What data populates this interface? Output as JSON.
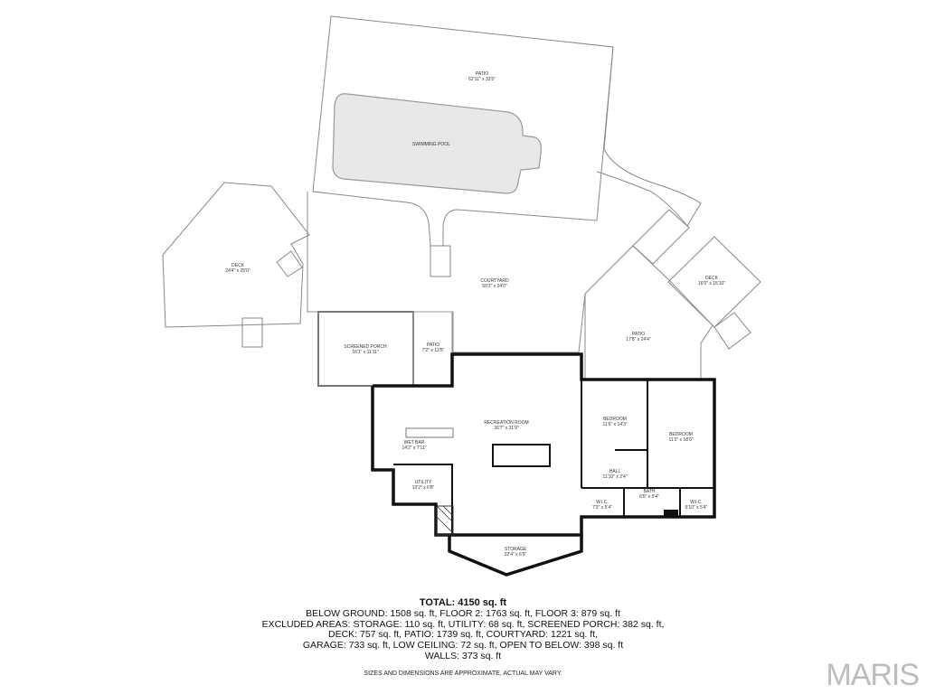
{
  "rooms": {
    "patio_top": {
      "name": "PATIO",
      "dims": "62'11\" x 33'5\""
    },
    "pool": {
      "name": "SWIMMING POOL"
    },
    "deck_left": {
      "name": "DECK",
      "dims": "24'4\" x 25'0\""
    },
    "courtyard": {
      "name": "COURTYARD",
      "dims": "59'2\" x 24'0\""
    },
    "deck_right": {
      "name": "DECK",
      "dims": "16'0\" x 15'10\""
    },
    "patio_right": {
      "name": "PATIO",
      "dims": "17'8\" x 24'4\""
    },
    "screened_porch": {
      "name": "SCREENED PORCH",
      "dims": "16'1\" x 11'11\""
    },
    "patio_small": {
      "name": "PATIO",
      "dims": "7'2\" x 12'5\""
    },
    "recreation": {
      "name": "RECREATION ROOM",
      "dims": "36'7\" x 31'9\""
    },
    "bedroom1": {
      "name": "BEDROOM",
      "dims": "11'6\" x 14'3\""
    },
    "bedroom2": {
      "name": "BEDROOM",
      "dims": "11'2\" x 18'0\""
    },
    "wetbar": {
      "name": "WET BAR",
      "dims": "14'2\" x 7'11\""
    },
    "hall": {
      "name": "HALL",
      "dims": "11'10\" x 2'4\""
    },
    "bath": {
      "name": "BATH",
      "dims": "6'5\" x 5'4\""
    },
    "utility": {
      "name": "UTILITY",
      "dims": "10'2\" x 6'8\""
    },
    "wic1": {
      "name": "W.I.C.",
      "dims": "7'3\" x 5'4\""
    },
    "wic2": {
      "name": "W.I.C.",
      "dims": "5'10\" x 5'4\""
    },
    "storage": {
      "name": "STORAGE",
      "dims": "22'4\" x 6'9\""
    }
  },
  "summary": {
    "total": "TOTAL: 4150 sq. ft",
    "line1": "BELOW GROUND: 1508 sq. ft, FLOOR 2: 1763 sq. ft, FLOOR 3: 879 sq. ft",
    "line2": "EXCLUDED AREAS: STORAGE: 110 sq. ft, UTILITY: 68 sq. ft, SCREENED PORCH: 382 sq. ft,",
    "line3": "DECK: 757 sq. ft, PATIO: 1739 sq. ft, COURTYARD: 1221 sq. ft,",
    "line4": "GARAGE: 733 sq. ft, LOW CEILING: 72 sq. ft, OPEN TO BELOW: 398 sq. ft",
    "line5": "WALLS: 373 sq. ft"
  },
  "disclaimer": "SIZES AND DIMENSIONS ARE APPROXIMATE, ACTUAL MAY VARY.",
  "logo": "MARIS"
}
